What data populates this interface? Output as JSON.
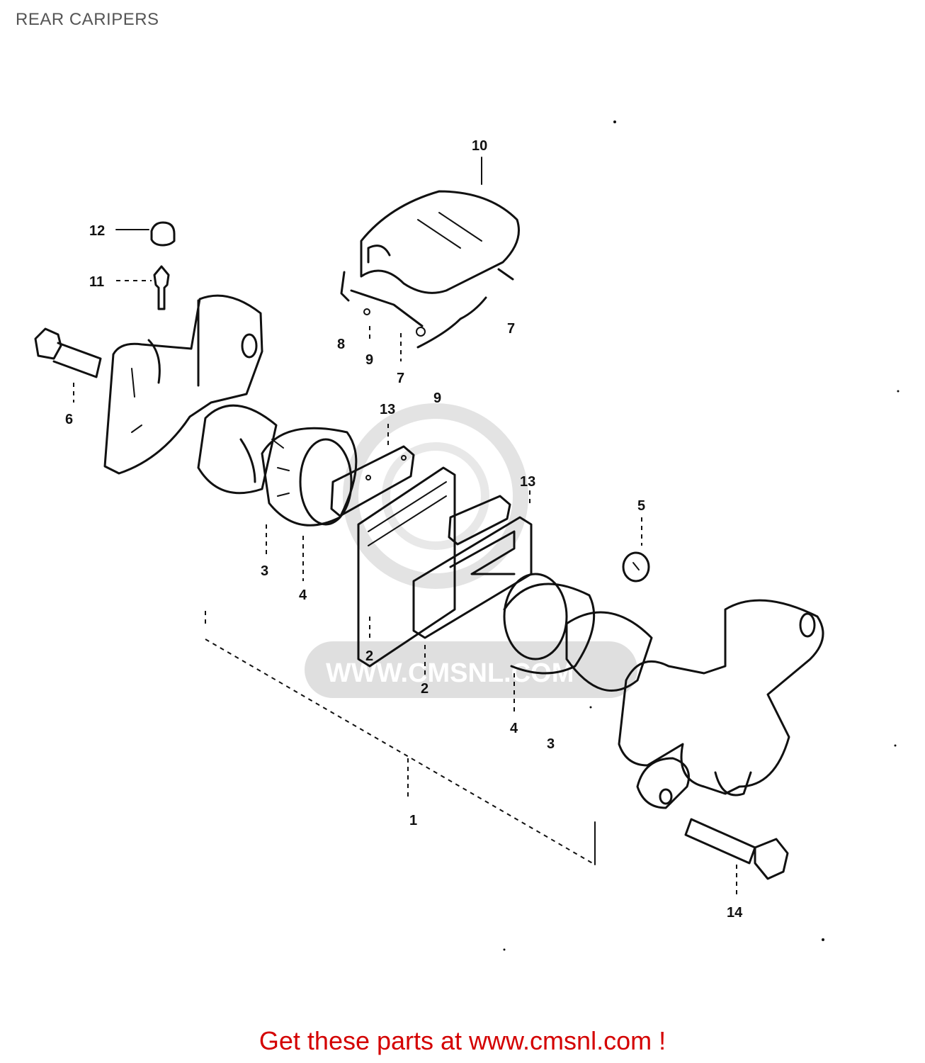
{
  "header": {
    "title": "REAR CARIPERS"
  },
  "watermark": {
    "text": "WWW.CMSNL.COM"
  },
  "callouts": {
    "c1": "1",
    "c2a": "2",
    "c2b": "2",
    "c3a": "3",
    "c3b": "3",
    "c4a": "4",
    "c4b": "4",
    "c5": "5",
    "c6": "6",
    "c7a": "7",
    "c7b": "7",
    "c8": "8",
    "c9a": "9",
    "c9b": "9",
    "c10": "10",
    "c11": "11",
    "c12": "12",
    "c13a": "13",
    "c13b": "13",
    "c14": "14"
  },
  "footer": {
    "link_text": "Get these parts at www.cmsnl.com !"
  },
  "colors": {
    "link": "#d40000",
    "line": "#111111",
    "watermark": "#d9d9d9"
  }
}
